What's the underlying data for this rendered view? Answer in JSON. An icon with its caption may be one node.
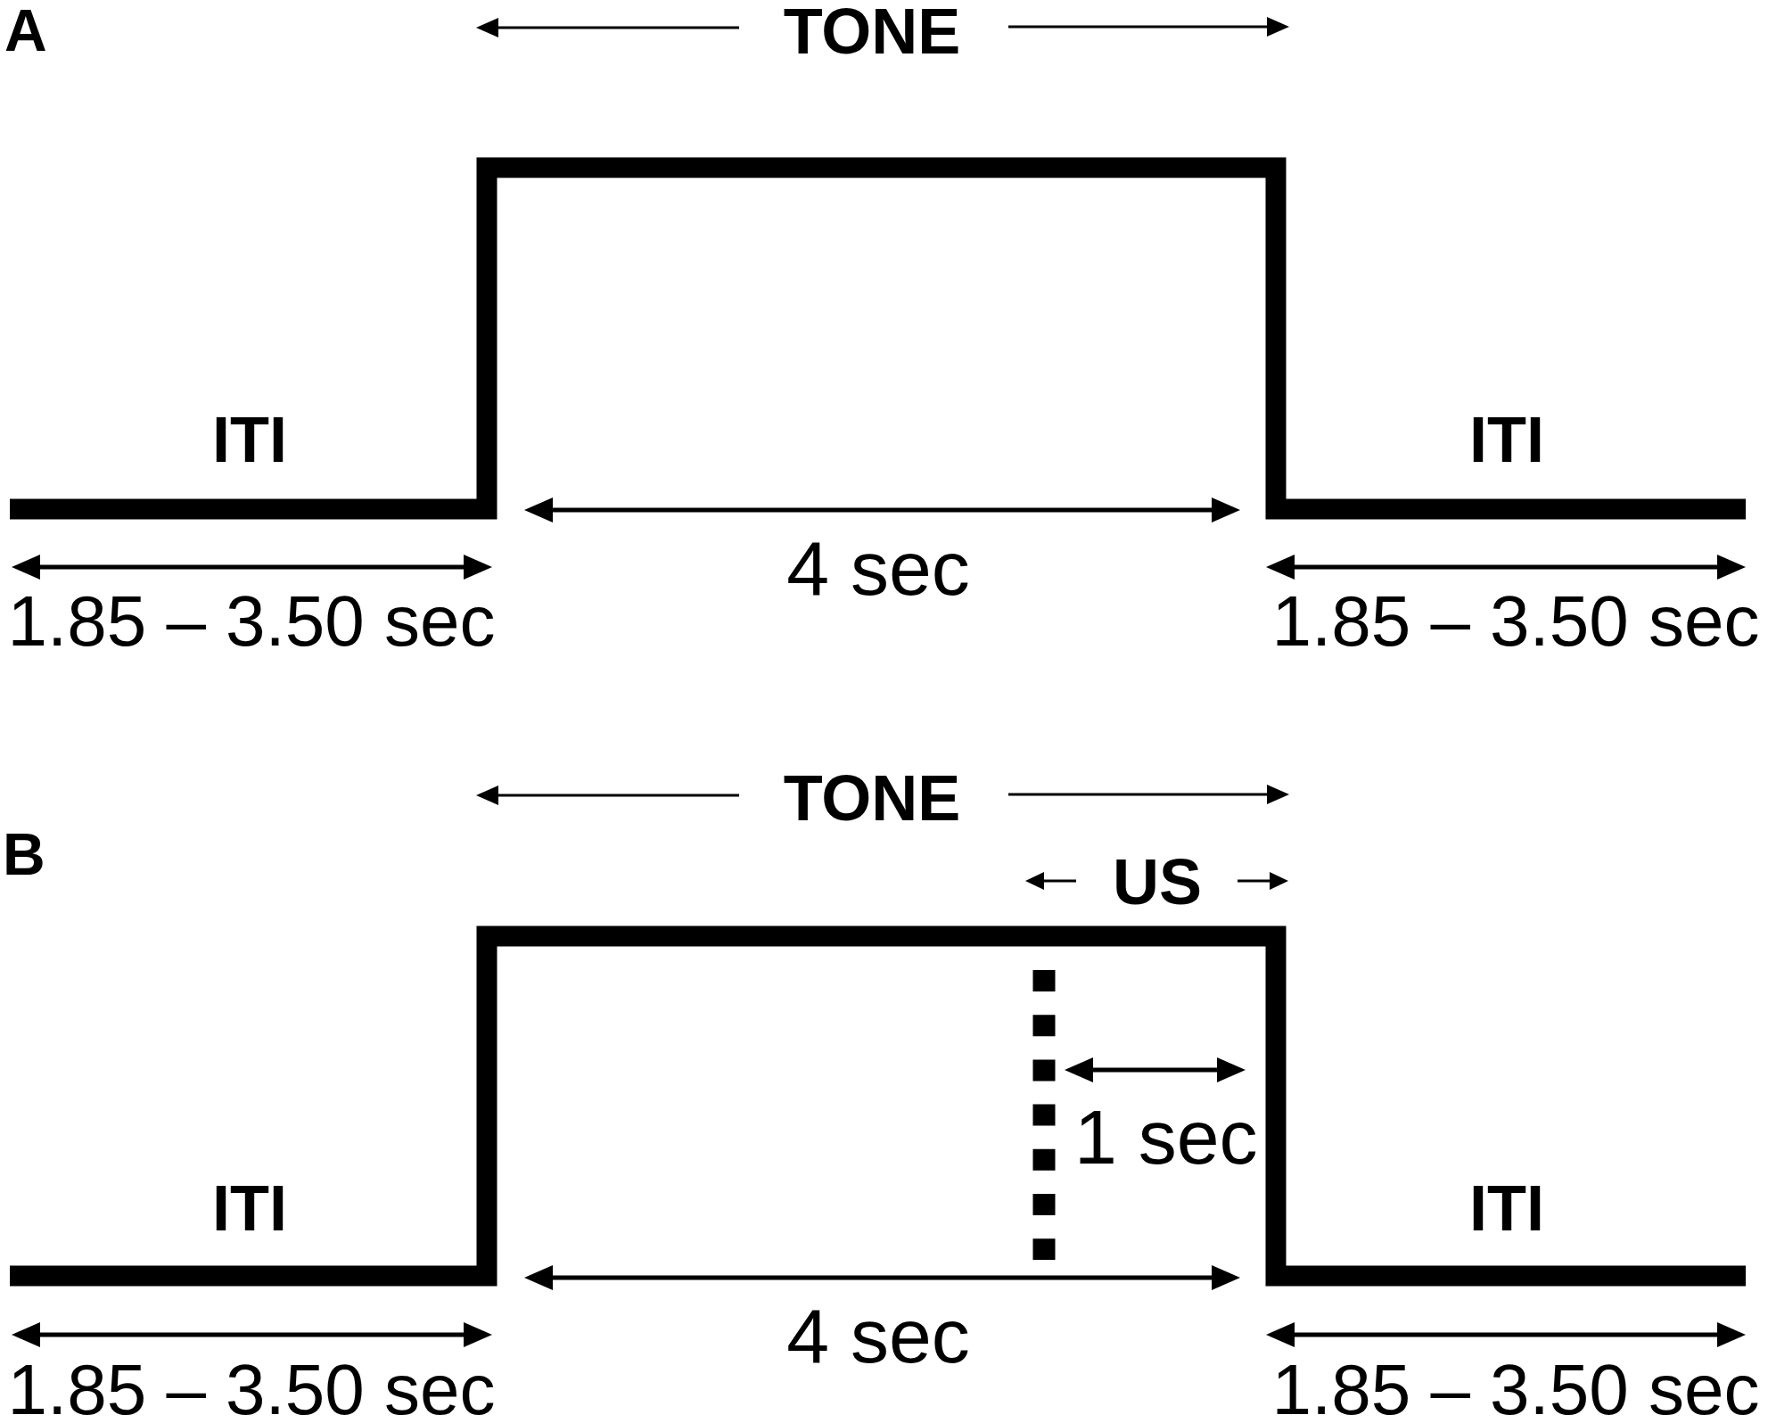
{
  "diagram": {
    "labels": [
      "A",
      "TONE",
      "ITI",
      "ITI",
      "4 sec",
      "1.85 – 3.50 sec",
      "1.85 – 3.50 sec",
      "TONE",
      "B",
      "US",
      "1 sec",
      "ITI",
      "ITI",
      "4 sec",
      "1.85 – 3.50 sec",
      "1.85 – 3.50 sec"
    ]
  }
}
